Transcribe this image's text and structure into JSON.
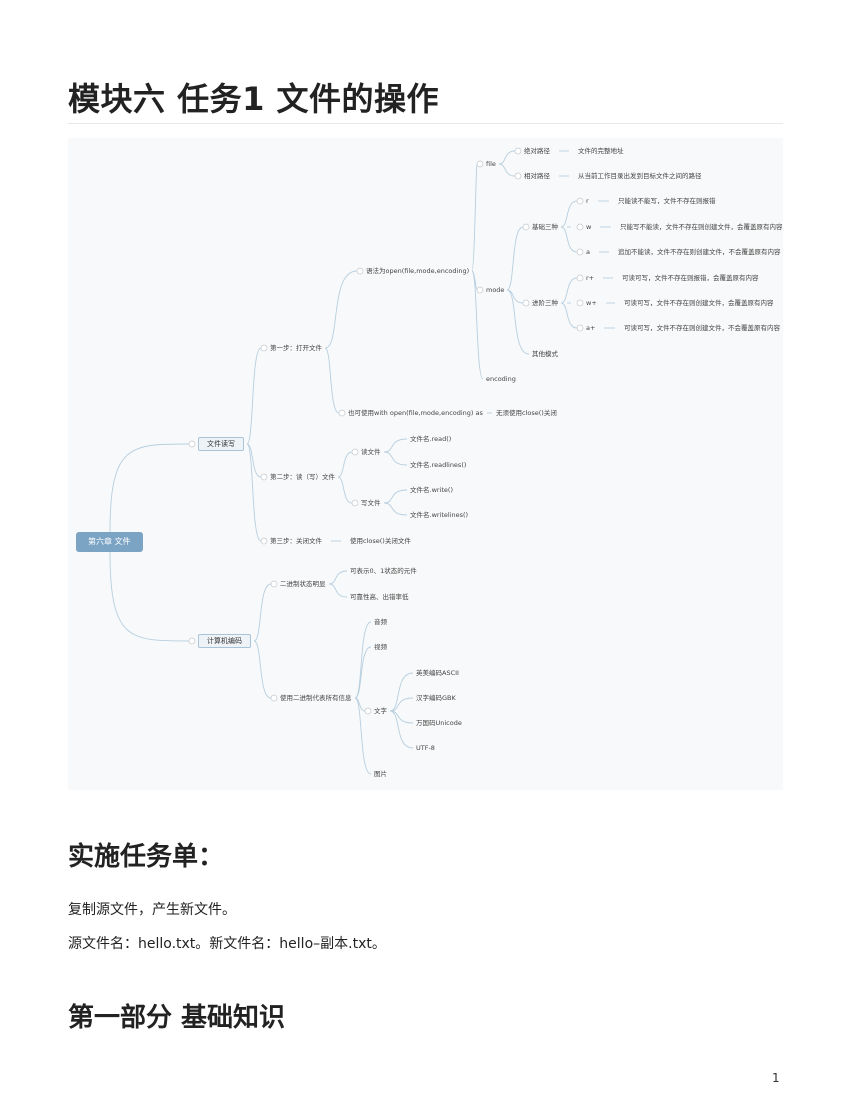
{
  "title": "模块六 任务1 文件的操作",
  "mindmap": {
    "root": "第六章 文件",
    "rw": "文件读写",
    "step1": "第一步：打开文件",
    "syntax": "语法为open(file,mode,encoding)",
    "file": "file",
    "abs": "绝对路径",
    "abs_d": "文件的完整地址",
    "rel": "相对路径",
    "rel_d": "从当前工作目录出发到目标文件之间的路径",
    "mode": "mode",
    "basic": "基础三种",
    "r": "r",
    "r_d": "只能读不能写，文件不存在则报错",
    "w": "w",
    "w_d": "只能写不能读，文件不存在则创建文件，会覆盖原有内容",
    "a": "a",
    "a_d": "追加不能读，文件不存在则创建文件，不会覆盖原有内容",
    "adv": "进阶三种",
    "rp": "r+",
    "rp_d": "可读可写，文件不存在则报错，会覆盖原有内容",
    "wp": "w+",
    "wp_d": "可读可写，文件不存在则创建文件，会覆盖原有内容",
    "ap": "a+",
    "ap_d": "可读可写，文件不存在则创建文件，不会覆盖原有内容",
    "other": "其他模式",
    "encoding": "encoding",
    "with": "也可使用with open(file,mode,encoding) as",
    "with_d": "无须使用close()关闭",
    "step2": "第二步：读（写）文件",
    "read": "读文件",
    "read1": "文件名.read()",
    "read2": "文件名.readlines()",
    "write": "写文件",
    "write1": "文件名.write()",
    "write2": "文件名.writelines()",
    "step3": "第三步：关闭文件",
    "close": "使用close()关闭文件",
    "enc": "计算机编码",
    "bin": "二进制状态明显",
    "bin1": "可表示0、1状态的元件",
    "bin2": "可靠性高、出错率低",
    "all": "使用二进制代表所有信息",
    "audio": "音频",
    "video": "视频",
    "text": "文字",
    "ascii": "英美编码ASCII",
    "gbk": "汉字编码GBK",
    "unicode": "万国码Unicode",
    "utf8": "UTF-8",
    "image": "图片"
  },
  "section_task": "实施任务单：",
  "para1": "复制源文件，产生新文件。",
  "para2": "源文件名：hello.txt。新文件名：hello–副本.txt。",
  "section_part1": "第一部分 基础知识",
  "page_number": "1",
  "colors": {
    "line": "#b7cfdf",
    "root": "#7ba3c4",
    "map_bg": "#f8f9fa"
  }
}
